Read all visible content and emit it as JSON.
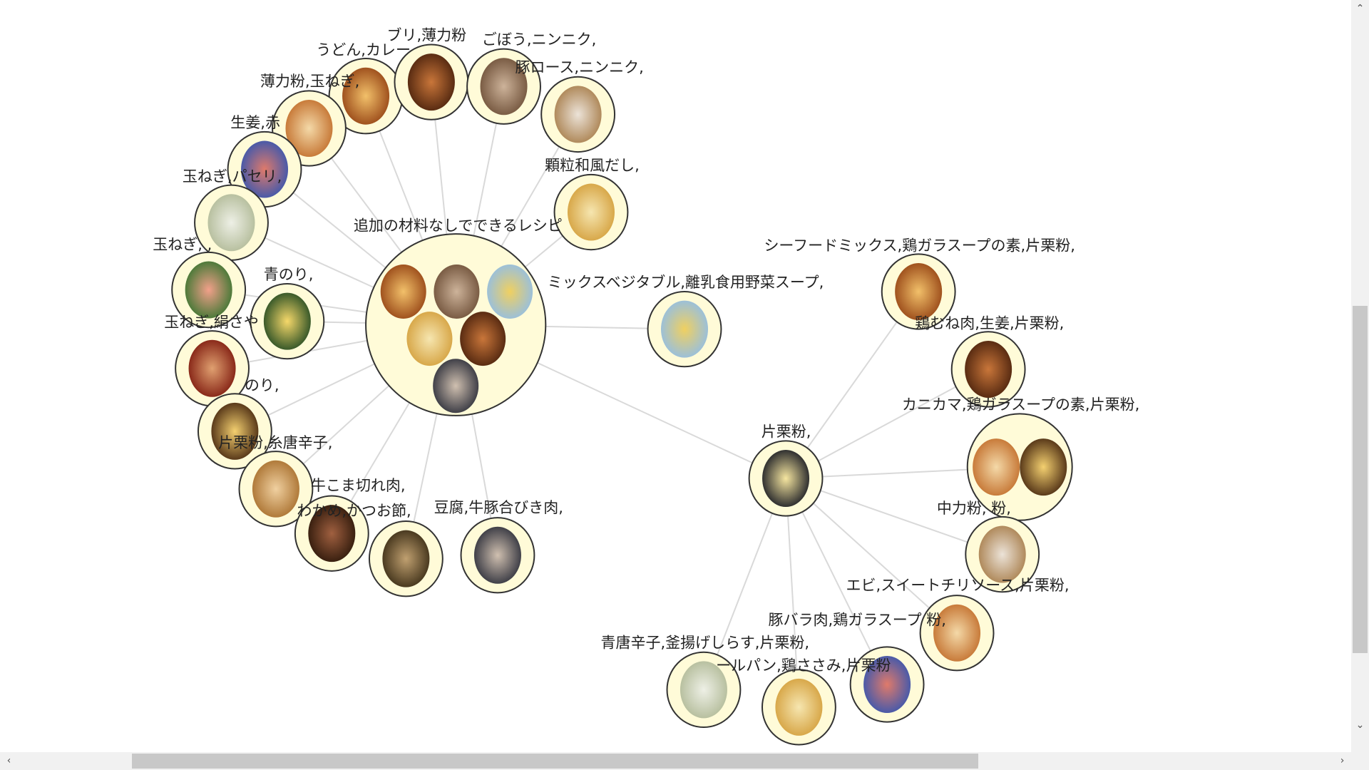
{
  "graph": {
    "hubs": {
      "no_extra": {
        "label": "追加の材料なしでできるレシピ"
      },
      "katakuriko": {
        "label": "片栗粉,"
      }
    },
    "nodes": [
      {
        "label": "うどん,カレー"
      },
      {
        "label": "ブリ,薄力粉"
      },
      {
        "label": "ごぼう,ニンニク,"
      },
      {
        "label": "豚ロース,ニンニク,"
      },
      {
        "label": "薄力粉,玉ねぎ,"
      },
      {
        "label": "生姜,赤"
      },
      {
        "label": "玉ねぎ,パセリ,"
      },
      {
        "label": "顆粒和風だし,"
      },
      {
        "label": "玉ねぎ,                ,"
      },
      {
        "label": "青のり,"
      },
      {
        "label": "玉ねぎ,絹さや"
      },
      {
        "label": "のり,"
      },
      {
        "label": "片栗粉,糸唐辛子,"
      },
      {
        "label": "牛こま切れ肉,"
      },
      {
        "label": "わかめ,かつお節,"
      },
      {
        "label": "豆腐,牛豚合びき肉,"
      },
      {
        "label": "ミックスベジタブル,離乳食用野菜スープ,"
      },
      {
        "label": "シーフードミックス,鶏ガラスープの素,片栗粉,"
      },
      {
        "label": "鶏むね肉,生姜,片栗粉,"
      },
      {
        "label": "カニカマ,鶏ガラスープの素,片栗粉,"
      },
      {
        "label": "中力粉,          粉,"
      },
      {
        "label": "エビ,スイートチリソース,片栗粉,"
      },
      {
        "label": "豚バラ肉,鶏ガラスープ          粉,"
      },
      {
        "label": "青唐辛子,釜揚げしらす,片栗粉,"
      },
      {
        "label": "ールパン,鶏ささみ,片栗粉"
      }
    ]
  },
  "colors": {
    "node_fill": "#fffbd8",
    "edge": "#d9d9d9"
  }
}
